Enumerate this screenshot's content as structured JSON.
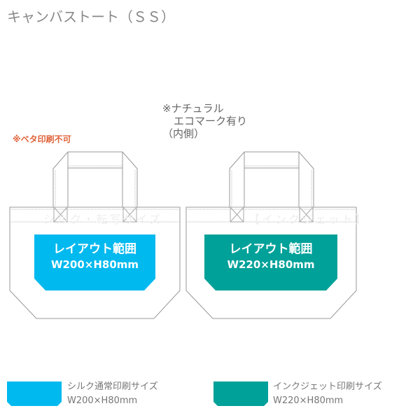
{
  "title": "キャンバストート（ＳＳ）",
  "note_natural": [
    "※ナチュラル",
    "エコマーク有り",
    "（内側）"
  ],
  "note_red": "※ベタ印刷不可",
  "colors": {
    "silk": "#00b9ef",
    "inkjet": "#00a199",
    "red": "#e0643c",
    "text": "#777777"
  },
  "bags": [
    {
      "watermark": "シルク・転写サイズ",
      "area_label": "レイアウト範囲",
      "area_size": "W200×H80mm"
    },
    {
      "watermark": "【インクジェット】",
      "area_label": "レイアウト範囲",
      "area_size": "W220×H80mm"
    }
  ],
  "legend": [
    {
      "label": "シルク通常印刷サイズ",
      "size": "W200×H80mm"
    },
    {
      "label": "インクジェット印刷サイズ",
      "size": "W220×H80mm"
    }
  ]
}
